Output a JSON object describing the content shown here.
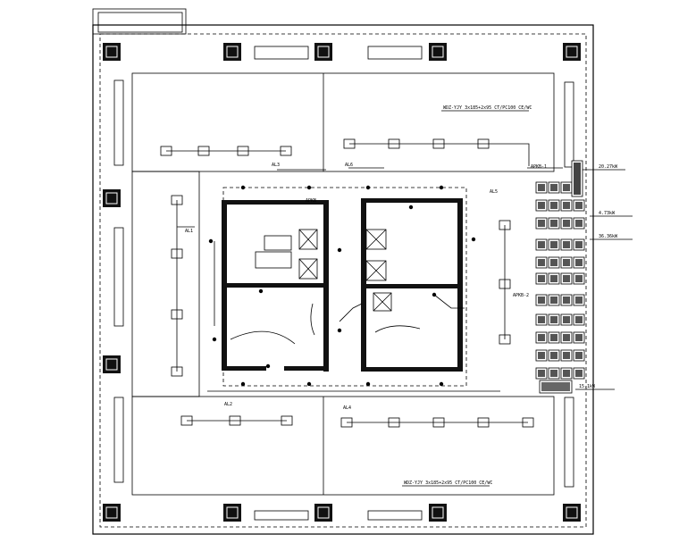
{
  "labels": {
    "cable_top": "WDZ-YJY 3x185+2x95 CT/PC100 CE/WC",
    "cable_bottom": "WDZ-YJY 3x185+2x95 CT/PC100 CE/WC",
    "apkb1": "APKB-1",
    "apkb2": "APKB-2",
    "al1": "AL1",
    "al2": "AL2",
    "al3": "AL3",
    "al4": "AL4",
    "al5": "AL5",
    "al6": "AL6",
    "apkb_small": "APKB",
    "load1": "20.27kW",
    "load2": "4.73kW",
    "load3": "36.36kW",
    "load4": "15.1kW",
    "zone_left": "",
    "zone_right": ""
  },
  "colors": {
    "line": "#000000",
    "wall": "#111111",
    "bg": "#ffffff"
  }
}
